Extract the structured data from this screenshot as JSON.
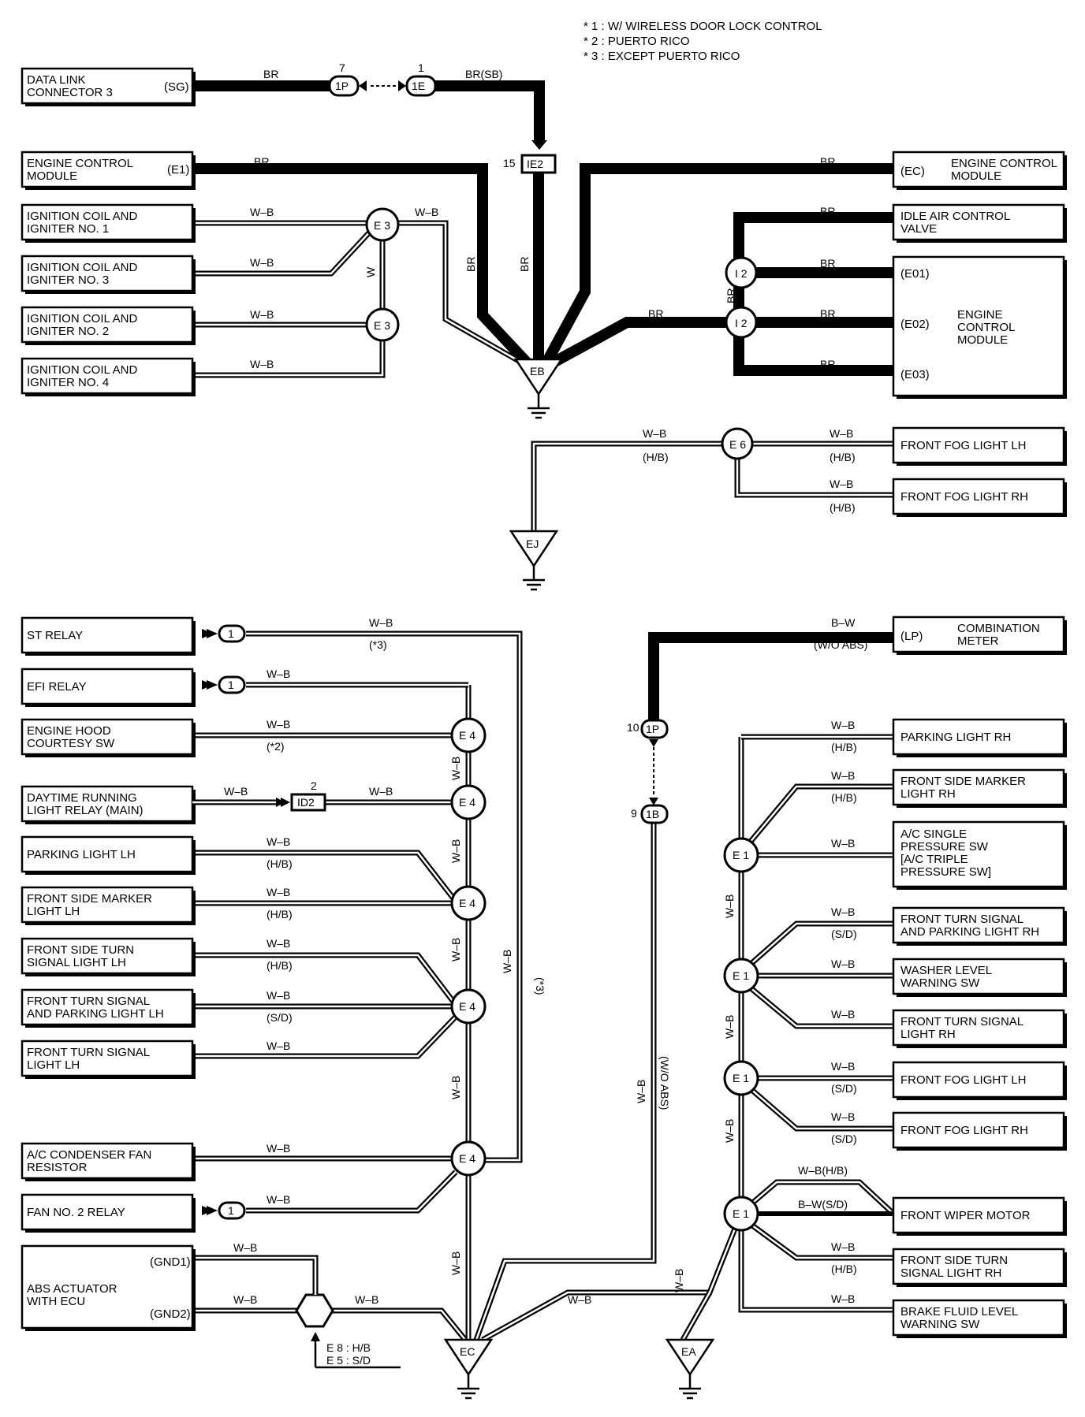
{
  "notes": [
    "* 1 : W/ WIRELESS DOOR LOCK CONTROL",
    "* 2 : PUERTO RICO",
    "* 3 : EXCEPT PUERTO RICO"
  ],
  "top": {
    "data_link": {
      "line1": "DATA LINK",
      "line2": "CONNECTOR 3",
      "pin": "(SG)"
    },
    "ecm_left": {
      "line1": "ENGINE CONTROL",
      "line2": "MODULE",
      "pin": "(E1)"
    },
    "ign1": {
      "line1": "IGNITION COIL AND",
      "line2": "IGNITER NO. 1"
    },
    "ign3": {
      "line1": "IGNITION COIL AND",
      "line2": "IGNITER NO. 3"
    },
    "ign2": {
      "line1": "IGNITION COIL AND",
      "line2": "IGNITER NO. 2"
    },
    "ign4": {
      "line1": "IGNITION COIL AND",
      "line2": "IGNITER NO. 4"
    },
    "ecm_right": {
      "pin": "(EC)",
      "line1": "ENGINE CONTROL",
      "line2": "MODULE"
    },
    "iac": {
      "line1": "IDLE AIR CONTROL",
      "line2": "VALVE"
    },
    "ecm_big": {
      "pin1": "(E01)",
      "pin2": "(E02)",
      "pin3": "(E03)",
      "line1": "ENGINE",
      "line2": "CONTROL",
      "line3": "MODULE"
    },
    "fog_lh": "FRONT FOG LIGHT LH",
    "fog_rh": "FRONT FOG LIGHT RH"
  },
  "connectors": {
    "c1p_num": "7",
    "c1p": "1P",
    "c1e_num": "1",
    "c1e": "1E",
    "ie2_num": "15",
    "ie2": "IE2",
    "e3": "E 3",
    "i2": "I 2",
    "e6": "E 6",
    "one": "1",
    "id2_num": "2",
    "id2": "ID2",
    "e4": "E 4",
    "e1": "E 1",
    "p10_num": "10",
    "p10": "1P",
    "b9_num": "9",
    "b9": "1B"
  },
  "grounds": {
    "eb": "EB",
    "ej": "EJ",
    "ec": "EC",
    "ea": "EA"
  },
  "wires": {
    "br": "BR",
    "br_sb": "BR(SB)",
    "wb": "W–B",
    "w": "W",
    "hb": "(H/B)",
    "sd": "(S/D)",
    "star3": "(*3)",
    "star2": "(*2)",
    "bw": "B–W",
    "wo_abs": "(W/O ABS)",
    "wb_hb": "W–B(H/B)",
    "bw_sd": "B–W(S/D)",
    "e8": "E 8 : H/B",
    "e5": "E 5 : S/D"
  },
  "bottom_left": {
    "st_relay": "ST RELAY",
    "efi_relay": "EFI RELAY",
    "hood": {
      "line1": "ENGINE HOOD",
      "line2": "COURTESY SW"
    },
    "drl": {
      "line1": "DAYTIME RUNNING",
      "line2": "LIGHT RELAY (MAIN)"
    },
    "park_lh": "PARKING LIGHT LH",
    "fsm_lh": {
      "line1": "FRONT SIDE MARKER",
      "line2": "LIGHT LH"
    },
    "fst_lh": {
      "line1": "FRONT SIDE TURN",
      "line2": "SIGNAL LIGHT LH"
    },
    "ftsp_lh": {
      "line1": "FRONT TURN SIGNAL",
      "line2": "AND PARKING LIGHT LH"
    },
    "fts_lh": {
      "line1": "FRONT TURN SIGNAL",
      "line2": "LIGHT LH"
    },
    "ac_cond": {
      "line1": "A/C CONDENSER FAN",
      "line2": "RESISTOR"
    },
    "fan2": "FAN NO. 2 RELAY",
    "abs": {
      "line1": "ABS ACTUATOR",
      "line2": "WITH ECU",
      "pin1": "(GND1)",
      "pin2": "(GND2)"
    }
  },
  "bottom_right": {
    "comb": {
      "pin": "(LP)",
      "line1": "COMBINATION",
      "line2": "METER"
    },
    "park_rh": "PARKING LIGHT RH",
    "fsm_rh": {
      "line1": "FRONT SIDE MARKER",
      "line2": "LIGHT RH"
    },
    "ac_sw": {
      "line1": "A/C SINGLE",
      "line2": "PRESSURE SW",
      "line3": "[A/C TRIPLE",
      "line4": " PRESSURE SW]"
    },
    "ftsp_rh": {
      "line1": "FRONT TURN SIGNAL",
      "line2": "AND PARKING LIGHT RH"
    },
    "washer": {
      "line1": "WASHER LEVEL",
      "line2": "WARNING SW"
    },
    "fts_rh": {
      "line1": "FRONT TURN SIGNAL",
      "line2": "LIGHT RH"
    },
    "fog_lh": "FRONT FOG LIGHT LH",
    "fog_rh": "FRONT FOG LIGHT RH",
    "wiper": "FRONT WIPER MOTOR",
    "fst_rh": {
      "line1": "FRONT SIDE TURN",
      "line2": "SIGNAL LIGHT RH"
    },
    "brake": {
      "line1": "BRAKE FLUID LEVEL",
      "line2": "WARNING SW"
    }
  }
}
